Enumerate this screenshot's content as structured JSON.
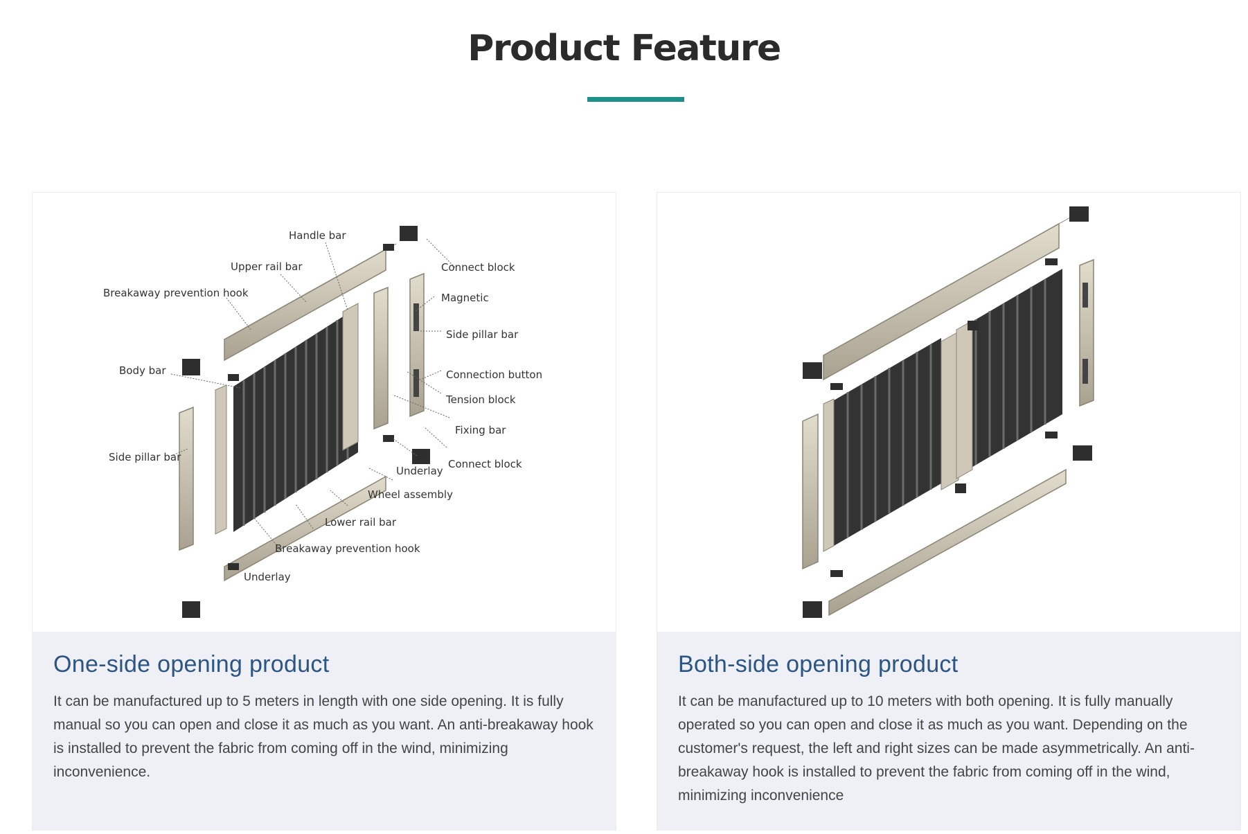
{
  "header": {
    "title": "Product Feature",
    "accent_color": "#1e8f86"
  },
  "products": [
    {
      "title": "One-side opening product",
      "description": "It can be manufactured up to 5 meters in length with one side opening. It is fully manual so you can open and close it as much as you want. An anti-breakaway hook is installed to prevent the fabric from coming off in the wind, minimizing inconvenience.",
      "diagram_labels": {
        "handle_bar": "Handle bar",
        "upper_rail_bar": "Upper rail bar",
        "breakaway_hook_top": "Breakaway prevention hook",
        "body_bar": "Body bar",
        "side_pillar_left": "Side pillar bar",
        "connect_block_top": "Connect block",
        "magnetic": "Magnetic",
        "side_pillar_right": "Side pillar bar",
        "connection_button": "Connection button",
        "tension_block": "Tension block",
        "fixing_bar": "Fixing bar",
        "connect_block_bottom": "Connect block",
        "underlay_mid": "Underlay",
        "wheel_assembly": "Wheel assembly",
        "lower_rail_bar": "Lower rail bar",
        "breakaway_hook_bottom": "Breakaway prevention hook",
        "underlay_bottom": "Underlay"
      }
    },
    {
      "title": "Both-side opening product",
      "description": "It can be manufactured up to 10 meters with both opening. It is fully manually operated so you can open and close it as much as you want. Depending on the customer's request, the left and right sizes can be made asymmetrically. An anti-breakaway hook is installed to prevent the fabric from coming off in the wind, minimizing inconvenience"
    }
  ],
  "colors": {
    "caption_bg": "#eef0f6",
    "caption_title": "#2c5583",
    "rail": "#cfc8b8",
    "pleat": "#3d3d3d"
  }
}
